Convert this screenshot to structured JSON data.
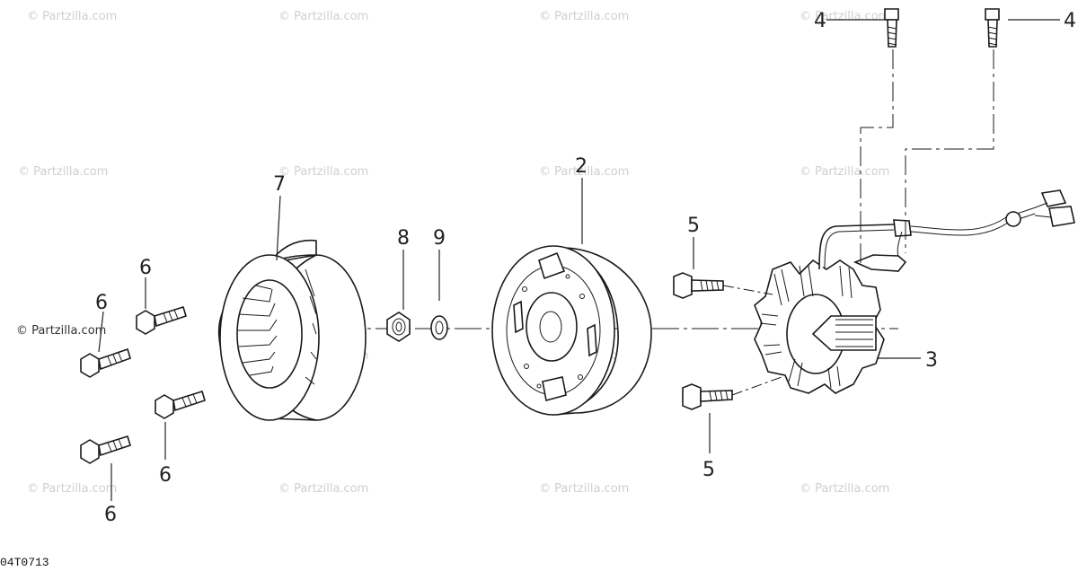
{
  "watermark": "© Partzilla.com",
  "watermark_dark": "© Partzilla.com",
  "drawing_code": "04T0713",
  "callouts": {
    "c2": "2",
    "c3": "3",
    "c4a": "4",
    "c4b": "4",
    "c5a": "5",
    "c5b": "5",
    "c6a": "6",
    "c6b": "6",
    "c6c": "6",
    "c6d": "6",
    "c7": "7",
    "c8": "8",
    "c9": "9"
  },
  "colors": {
    "line": "#222222",
    "watermark": "#cfcfcf"
  }
}
